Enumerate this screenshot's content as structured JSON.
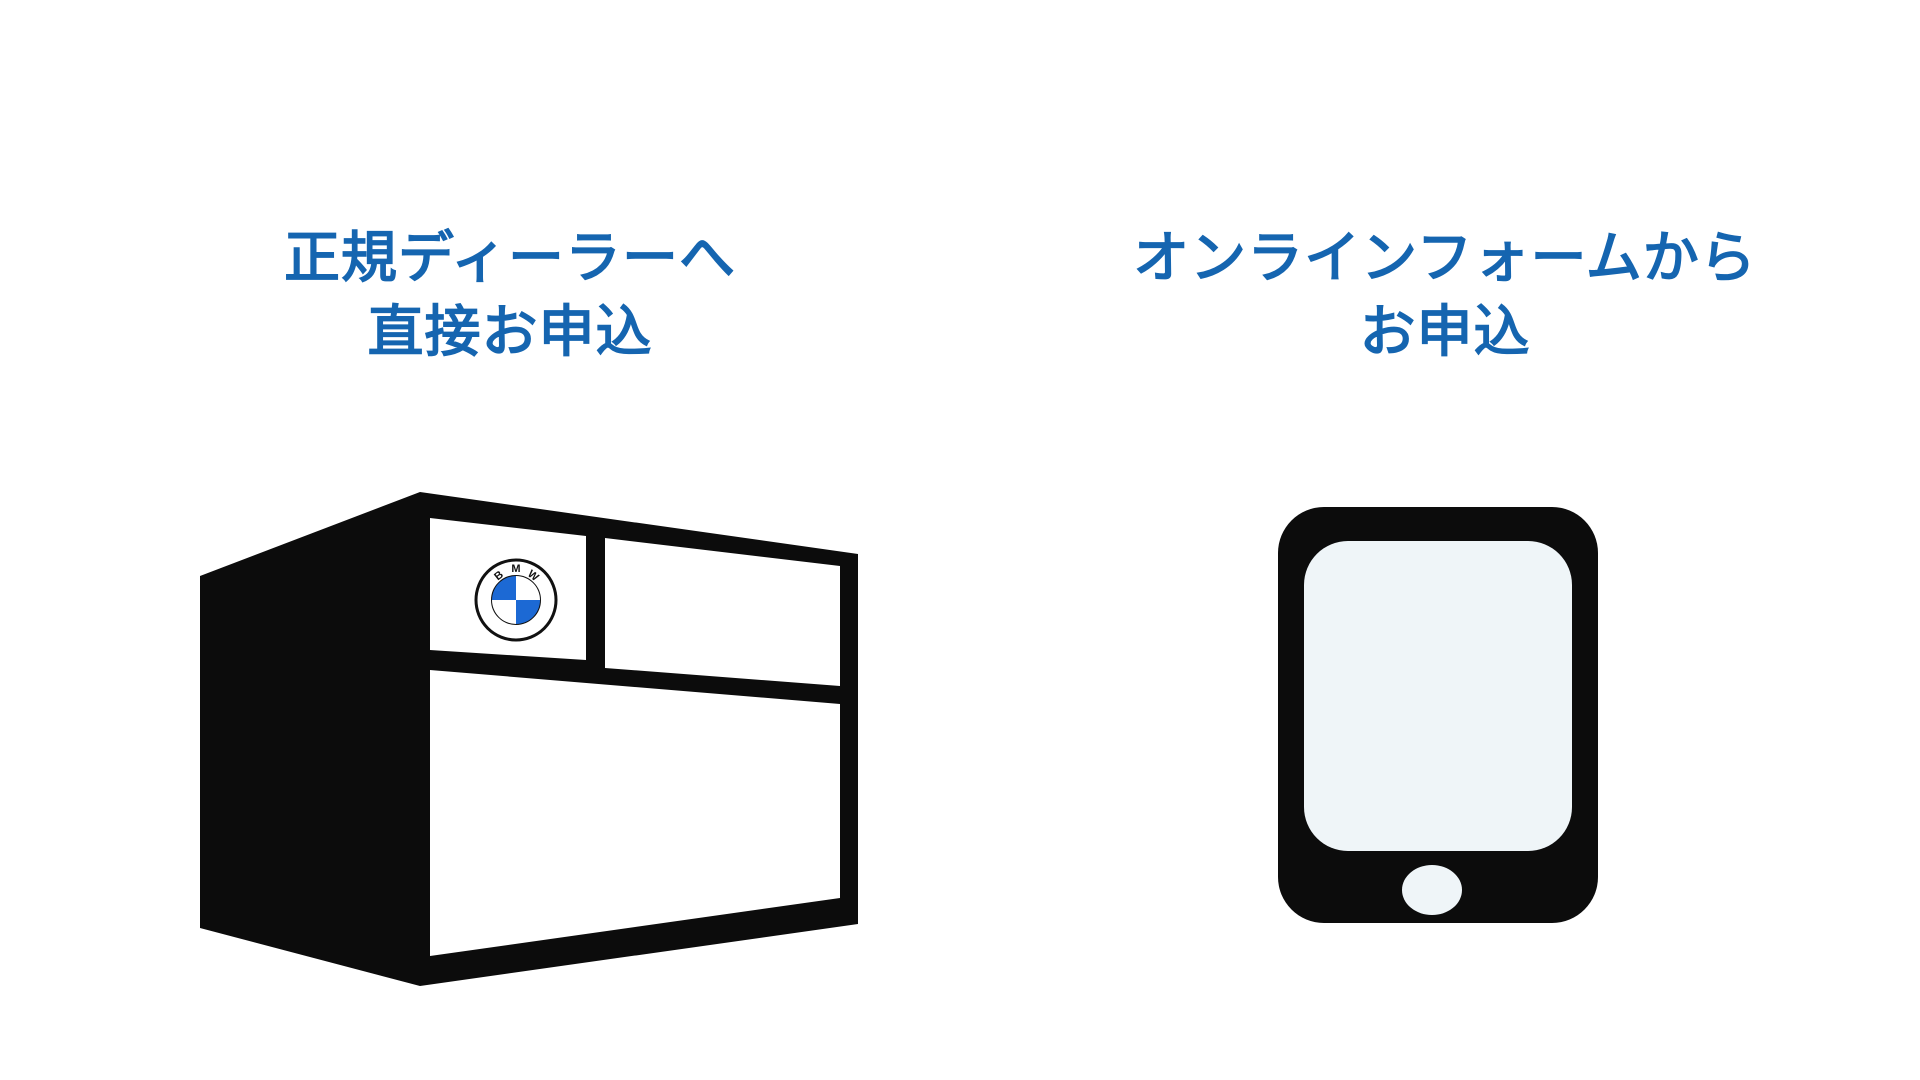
{
  "colors": {
    "heading": "#1565b0",
    "icon": "#0c0c0c",
    "screen": "#eff5f8",
    "background": "#ffffff",
    "bmw_blue": "#1c69d4"
  },
  "options": [
    {
      "heading_lines": [
        "正規ディーラーへ",
        "直接お申込"
      ],
      "icon": "dealership-building-icon"
    },
    {
      "heading_lines": [
        "オンラインフォームから",
        "お申込"
      ],
      "icon": "tablet-icon"
    }
  ],
  "logo": {
    "text": "BMW"
  }
}
